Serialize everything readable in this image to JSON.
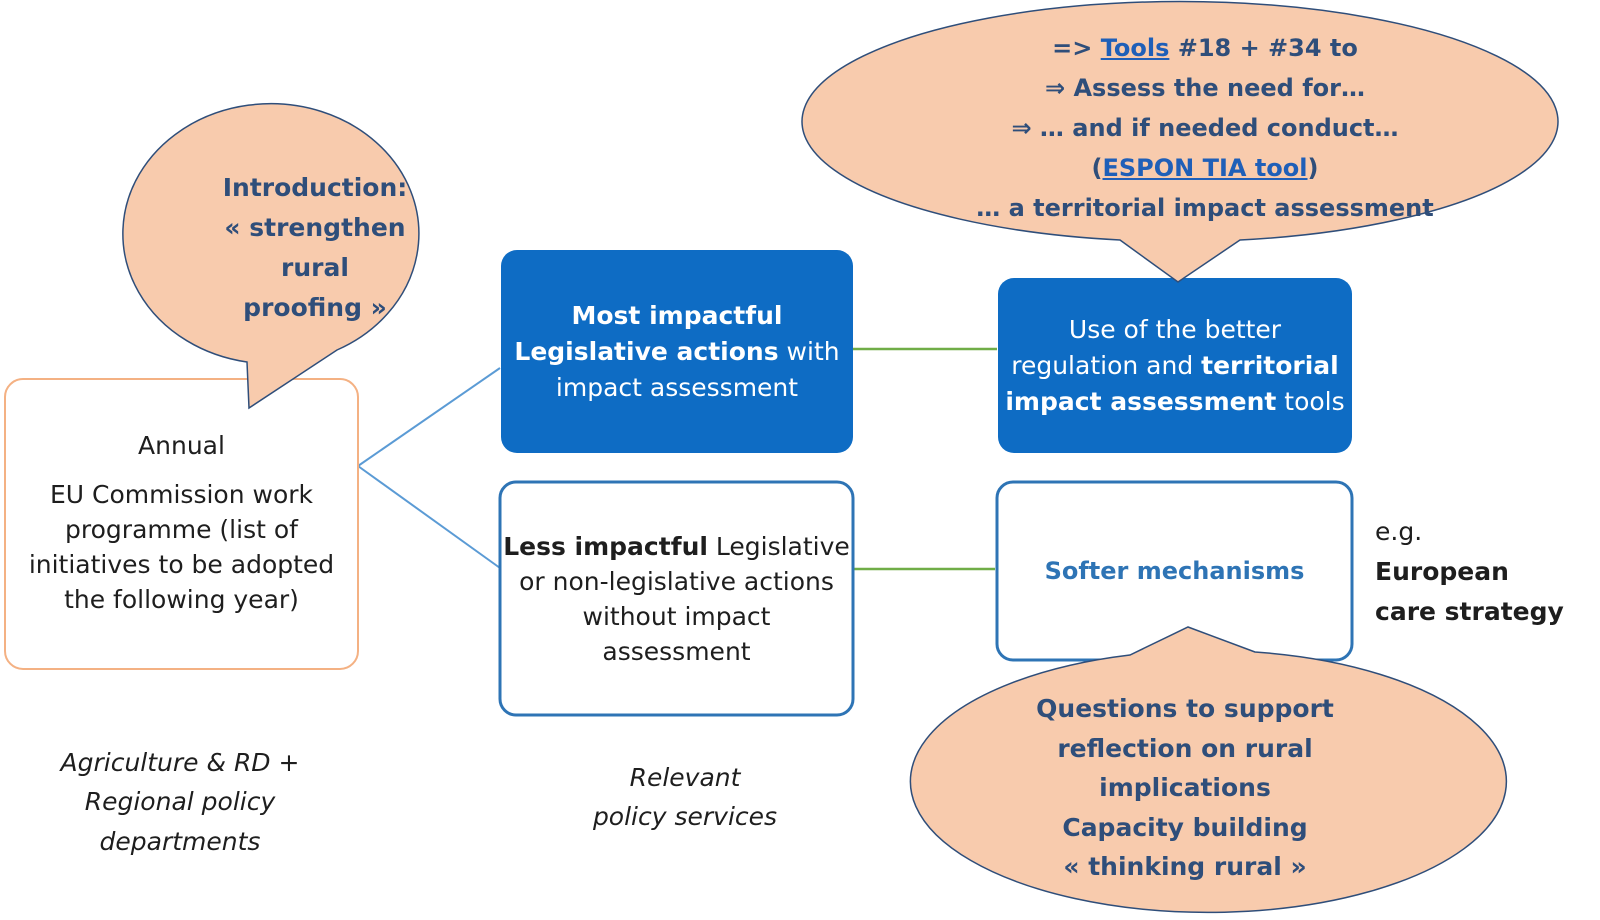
{
  "bubble_intro": {
    "l1": "Introduction:",
    "l2": "« strengthen",
    "l3": "rural",
    "l4": "proofing »"
  },
  "bubble_tools": {
    "l1_pre": "=> ",
    "l1_link": "Tools",
    "l1_post": " #18 + #34 to",
    "l2": "⇒ Assess the need for…",
    "l3": "⇒ … and if needed conduct…",
    "l4_open": "(",
    "l4_link": "ESPON TIA tool",
    "l4_close": ")",
    "l5": "… a territorial impact assessment"
  },
  "box_annual": {
    "l1": "Annual",
    "l2": "EU Commission work",
    "l3": "programme (list of",
    "l4": "initiatives to be adopted",
    "l5": "the following year)"
  },
  "box_most": {
    "l1": "Most impactful",
    "l2_bold": "Legislative actions",
    "l2_rest": " with",
    "l3": "impact assessment"
  },
  "box_use": {
    "l1": "Use of the better",
    "l2_pre": "regulation and ",
    "l2_bold": "territorial",
    "l3_bold": "impact assessment",
    "l3_rest": " tools"
  },
  "box_less": {
    "l1_bold": "Less impactful",
    "l1_rest": " Legislative",
    "l2": "or non-legislative actions",
    "l3": "without impact",
    "l4": "assessment"
  },
  "box_softer": {
    "label": "Softer mechanisms"
  },
  "side_note": {
    "l1": "e.g.",
    "l2": "European",
    "l3": "care strategy"
  },
  "bubble_questions": {
    "l1": "Questions to support",
    "l2": "reflection on rural",
    "l3": "implications",
    "l4": "Capacity building",
    "l5": "« thinking rural »"
  },
  "caption_agri": {
    "l1": "Agriculture & RD +",
    "l2": "Regional policy",
    "l3": "departments"
  },
  "caption_services": {
    "l1": "Relevant",
    "l2": "policy services"
  },
  "colors": {
    "bubble_fill": "#f8cbad",
    "bubble_stroke": "#2f4e7a",
    "box_blue": "#0e6cc4",
    "annual_border": "#f4b183",
    "outline_blue": "#2e74b5",
    "connector_blue": "#5b9bd5",
    "connector_green": "#70ad47"
  }
}
